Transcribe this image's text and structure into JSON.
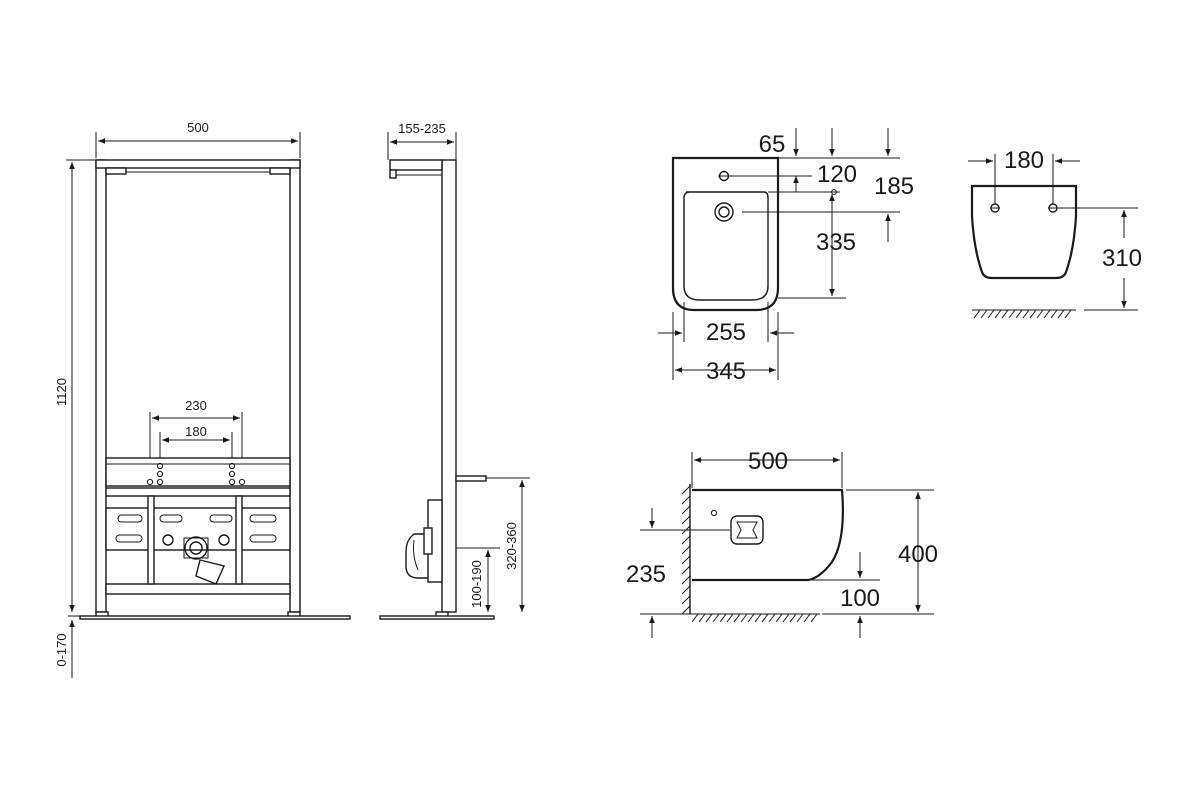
{
  "frame_front": {
    "width": "500",
    "height": "1120",
    "foot_adjust": "0-170",
    "outer_spacing": "230",
    "inner_spacing": "180"
  },
  "frame_side": {
    "depth": "155-235",
    "outlet_height": "100-190",
    "inlet_height": "320-360"
  },
  "bidet_top": {
    "top_offset": "65",
    "hole_offset": "120",
    "outlet_offset": "185",
    "bowl_length": "335",
    "inner_width": "255",
    "outer_width": "345"
  },
  "bidet_back": {
    "bolt_spacing": "180",
    "bolt_height": "310"
  },
  "bidet_side": {
    "length": "500",
    "height": "400",
    "outlet_height": "235",
    "bottom_clearance": "100"
  }
}
